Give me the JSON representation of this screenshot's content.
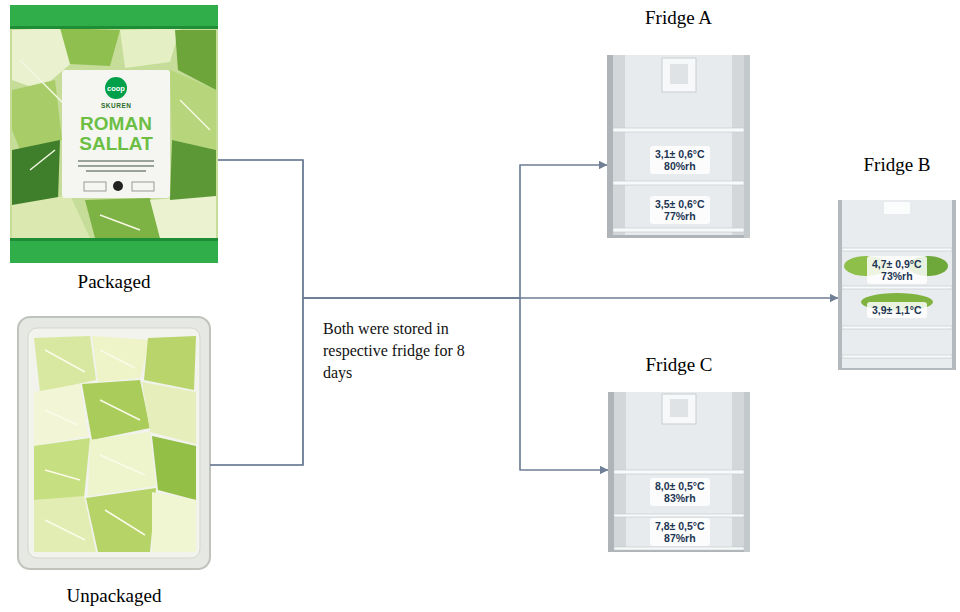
{
  "diagram": {
    "nodes": [
      {
        "text": [
          "Packaged"
        ]
      },
      {
        "text": [
          "Unpackaged"
        ]
      },
      {
        "text": [
          "Fridge A"
        ]
      },
      {
        "text": [
          "3,1± 0,6°C",
          "80%rh"
        ],
        "in": 2
      },
      {
        "text": [
          "3,5± 0,6°C",
          "77%rh"
        ],
        "in": 2
      },
      {
        "text": [
          "Fridge B"
        ]
      },
      {
        "text": [
          "4,7± 0,9°C",
          "73%rh"
        ],
        "in": 5
      },
      {
        "text": [
          "3,9± 1,1°C"
        ],
        "in": 5
      },
      {
        "text": [
          "Fridge C"
        ]
      },
      {
        "text": [
          "8,0± 0,5°C",
          "83%rh"
        ],
        "in": 8
      },
      {
        "text": [
          "7,8± 0,5°C",
          "87%rh"
        ],
        "in": 8
      }
    ],
    "edges": [
      {
        "from": 0,
        "to": 2,
        "arrow": "to"
      },
      {
        "from": 0,
        "to": 5,
        "arrow": "to"
      },
      {
        "from": 0,
        "to": 8,
        "arrow": "to"
      },
      {
        "from": 1,
        "to": 2,
        "arrow": "to"
      },
      {
        "from": 1,
        "to": 5,
        "arrow": "to"
      },
      {
        "from": 1,
        "to": 8,
        "arrow": "to"
      }
    ],
    "labels": [
      "Both were stored in respective fridge for 8 days",
      "coop",
      "SKUREN",
      "ROMAN SALLAT"
    ]
  }
}
